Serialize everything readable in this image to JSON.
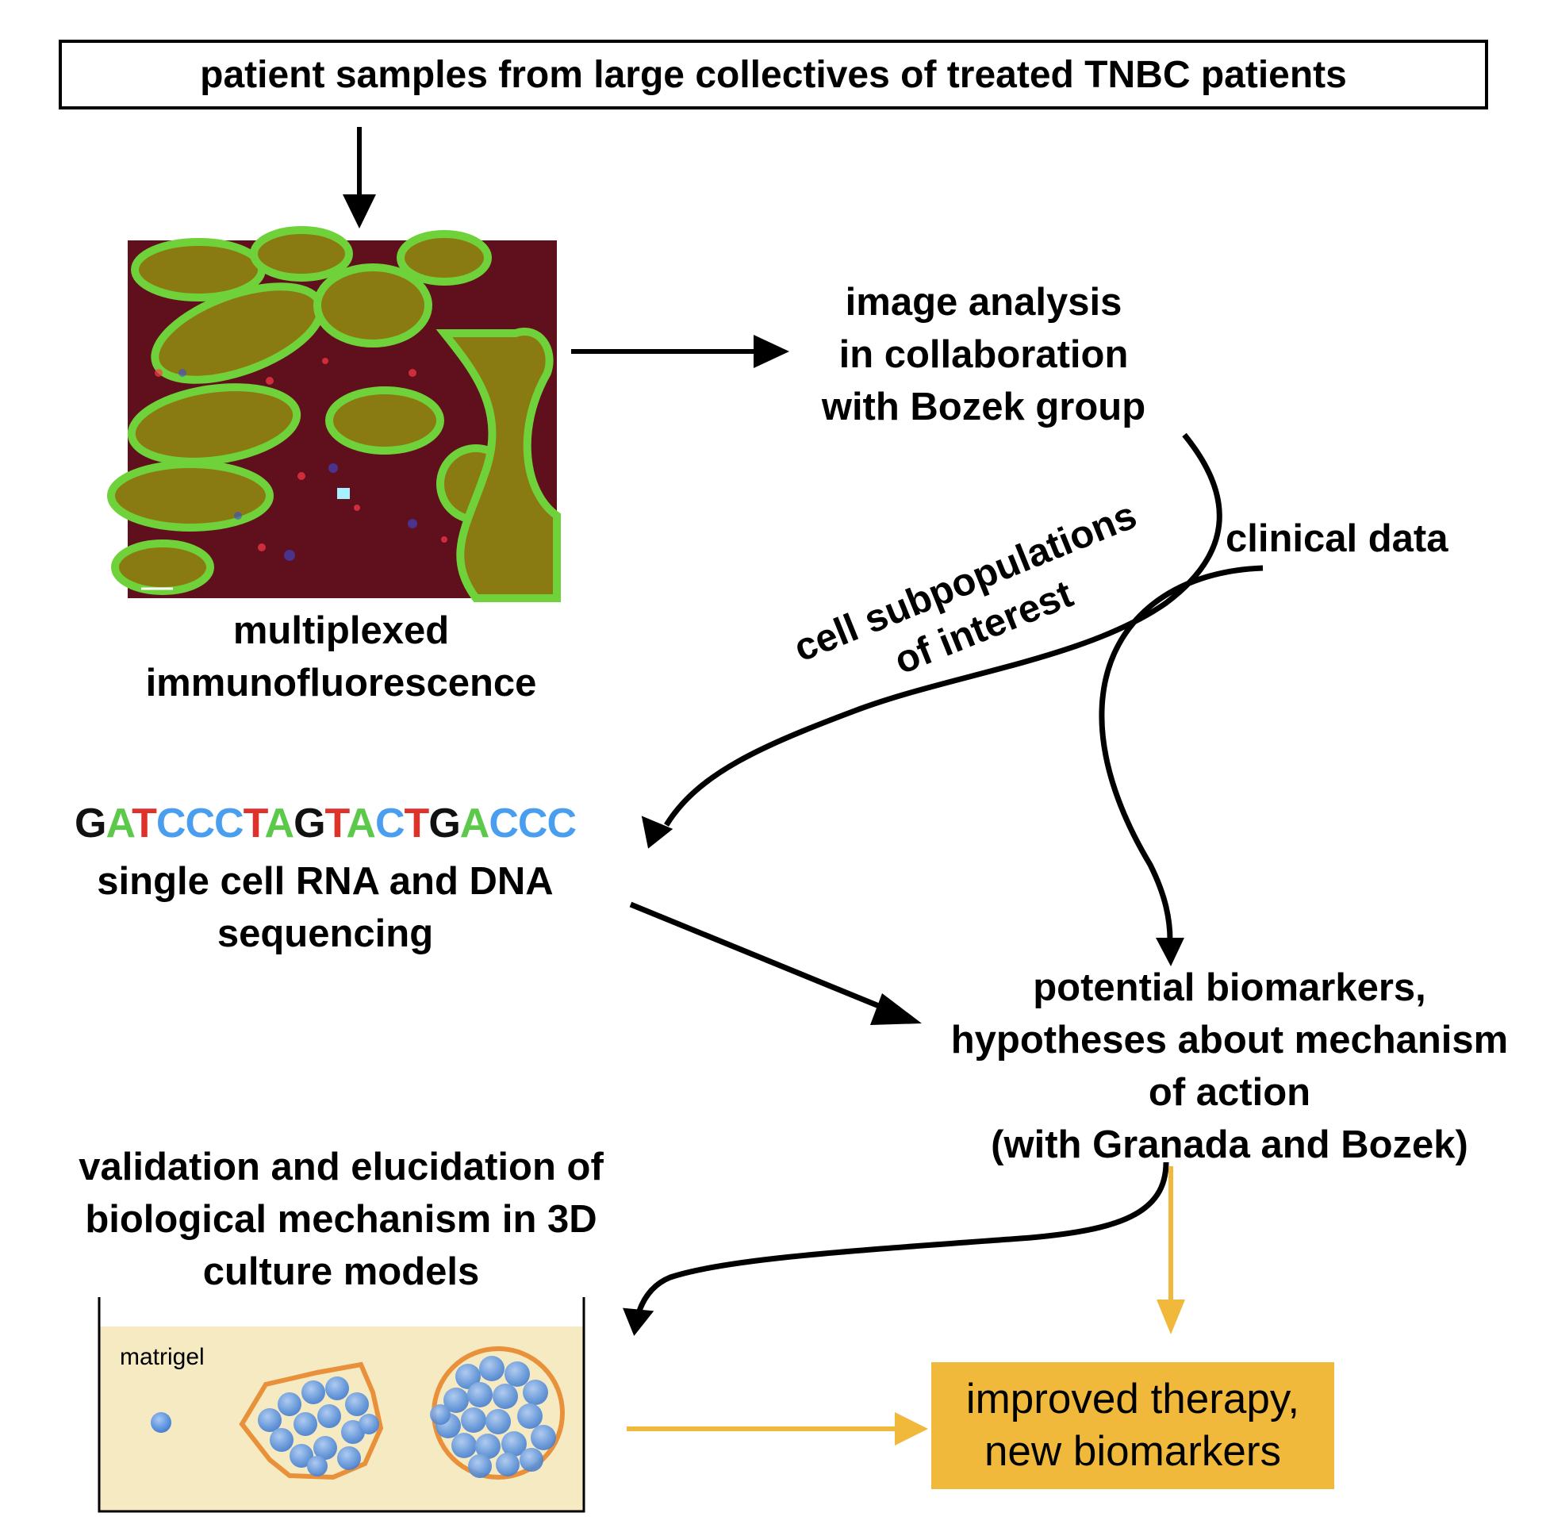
{
  "nodes": {
    "samples": "patient samples from large collectives of treated TNBC patients",
    "mif_lines": [
      "multiplexed",
      "immunofluorescence"
    ],
    "image_analysis_lines": [
      "image analysis",
      "in collaboration",
      "with Bozek group"
    ],
    "clinical_data": "clinical data",
    "subpop_lines": [
      "cell subpopulations",
      "of interest"
    ],
    "sequencing_lines": [
      "single cell RNA and DNA",
      "sequencing"
    ],
    "biomarkers_lines": [
      "potential biomarkers,",
      "hypotheses about mechanism",
      "of action",
      "(with Granada and Bozek)"
    ],
    "validation_lines": [
      "validation and elucidation of",
      "biological mechanism in 3D",
      "culture models"
    ],
    "matrigel": "matrigel",
    "result_lines": [
      "improved therapy,",
      "new biomarkers"
    ]
  },
  "dna_sequence": {
    "letters": [
      "G",
      "A",
      "T",
      "C",
      "C",
      "C",
      "T",
      "A",
      "G",
      "T",
      "A",
      "C",
      "T",
      "G",
      "A",
      "C",
      "C",
      "C"
    ],
    "colors": {
      "G": "#111111",
      "A": "#5cc94a",
      "T": "#e0302a",
      "C": "#4a9ef0"
    }
  },
  "colors": {
    "arrow": "#000000",
    "orange_arrow": "#f0b93b",
    "result_fill": "#f0b93b",
    "gel_fill": "#f6eac3",
    "organoid_outline": "#e8913a",
    "cell_blue": "#6a9fe0"
  }
}
